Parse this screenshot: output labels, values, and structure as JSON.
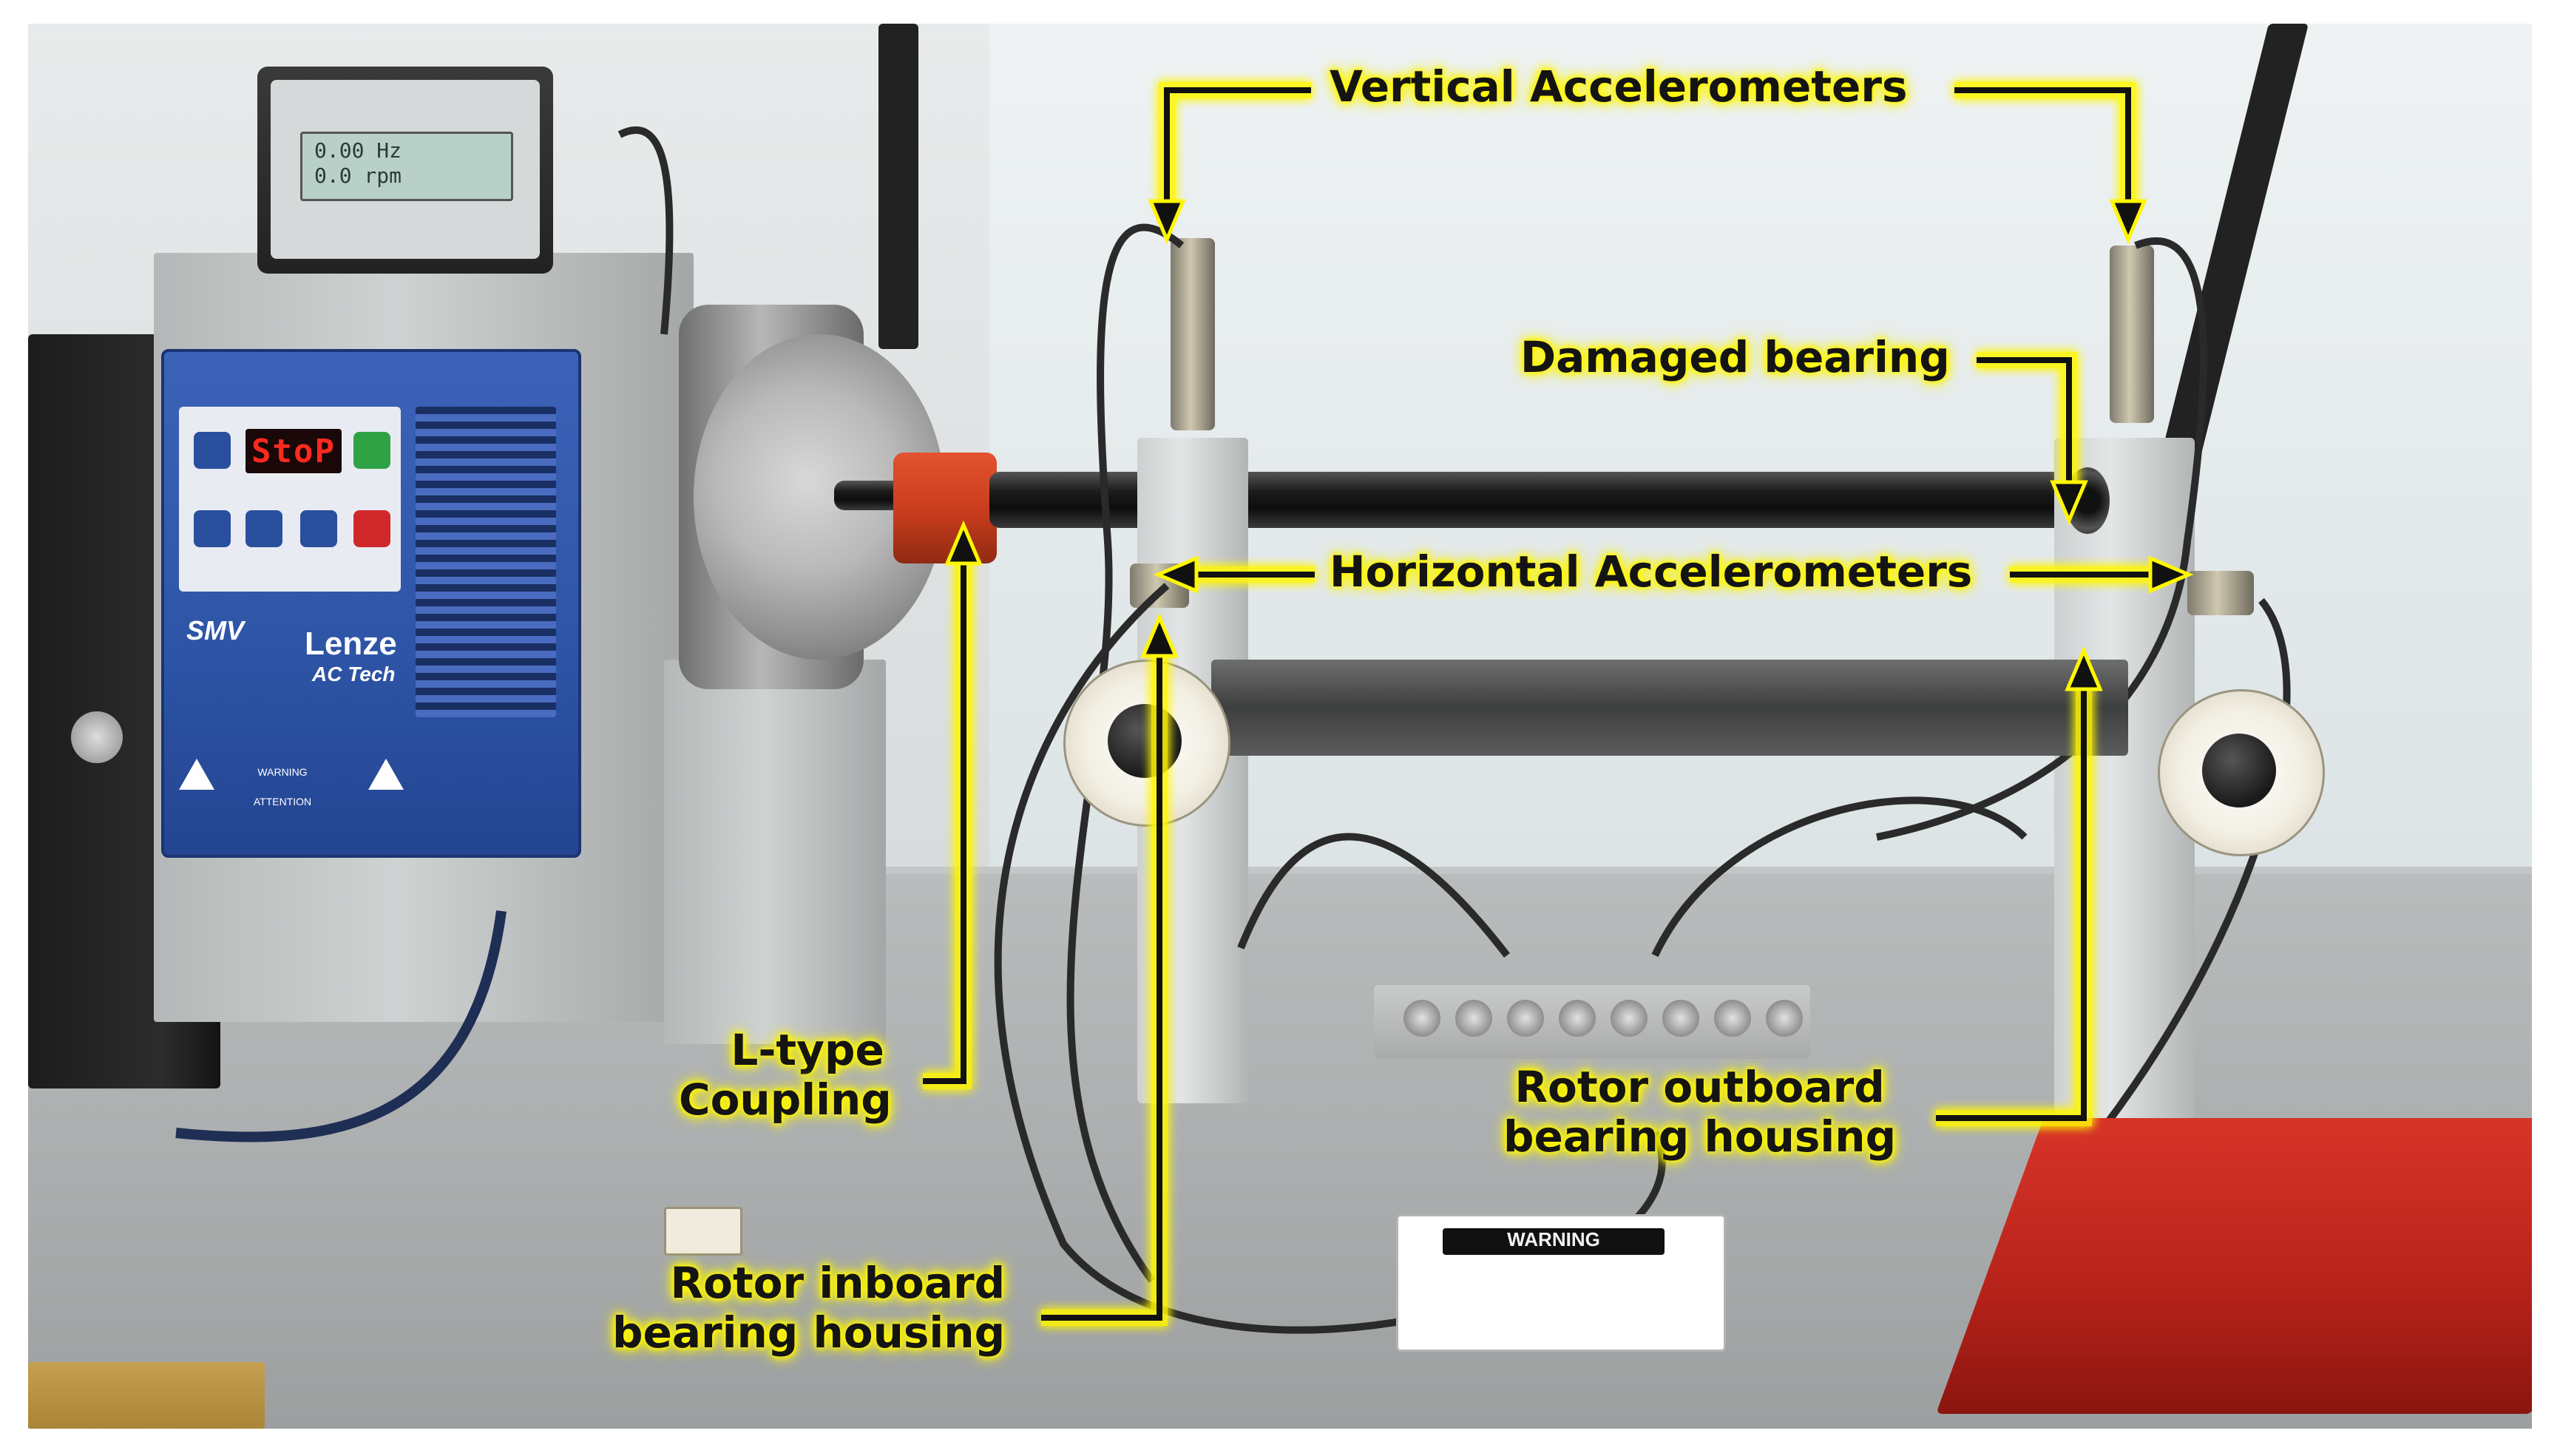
{
  "annotations": {
    "vertical_accelerometers": "Vertical Accelerometers",
    "damaged_bearing": "Damaged bearing",
    "horizontal_accelerometers": "Horizontal Accelerometers",
    "l_type_coupling": [
      "L-type",
      "Coupling"
    ],
    "rotor_inboard": [
      "Rotor inboard",
      "bearing housing"
    ],
    "rotor_outboard": [
      "Rotor outboard",
      "bearing housing"
    ]
  },
  "drive": {
    "display": "StoP",
    "brand": "Lenze",
    "series": "SMV",
    "sub_brand": "AC Tech",
    "warning_title": "WARNING",
    "attention_title": "ATTENTION"
  },
  "tachometer": {
    "line1": "0.00 Hz",
    "line2": "0.0 rpm"
  },
  "sign": {
    "heading": "WARNING"
  },
  "colors": {
    "highlight_glow": "#fff700",
    "drive_blue": "#2e54a6",
    "coupling_red": "#d2451f",
    "plate_red": "#c22a1f"
  }
}
